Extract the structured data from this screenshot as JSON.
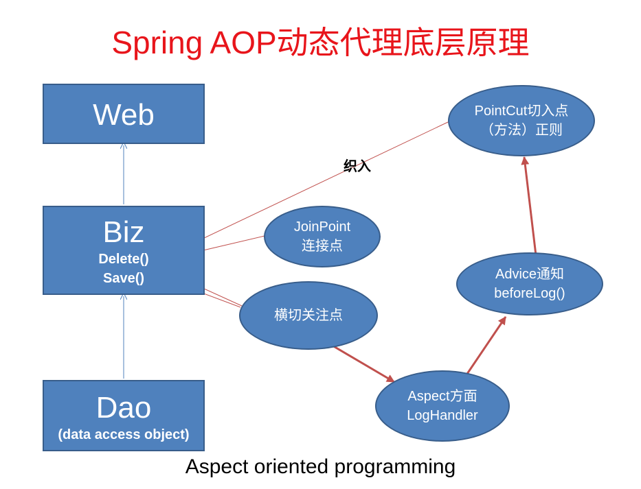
{
  "title": "Spring AOP动态代理底层原理",
  "boxes": {
    "web": {
      "label": "Web"
    },
    "biz": {
      "label": "Biz",
      "method1": "Delete()",
      "method2": "Save()"
    },
    "dao": {
      "label": "Dao",
      "sub": "(data access object)"
    }
  },
  "ellipses": {
    "pointcut": {
      "line1": "PointCut切入点",
      "line2": "（方法）正则"
    },
    "joinpoint": {
      "line1": "JoinPoint",
      "line2": "连接点"
    },
    "crosscut": {
      "line1": "横切关注点"
    },
    "advice": {
      "line1": "Advice通知",
      "line2": "beforeLog()"
    },
    "aspect": {
      "line1": "Aspect方面",
      "line2": "LogHandler"
    }
  },
  "weave_label": "织入",
  "footer": "Aspect oriented programming",
  "colors": {
    "box_fill": "#4f81bd",
    "box_border": "#385d8a",
    "title": "#e8151b",
    "red_arrow": "#c0504d",
    "blue_arrow": "#4f81bd"
  }
}
